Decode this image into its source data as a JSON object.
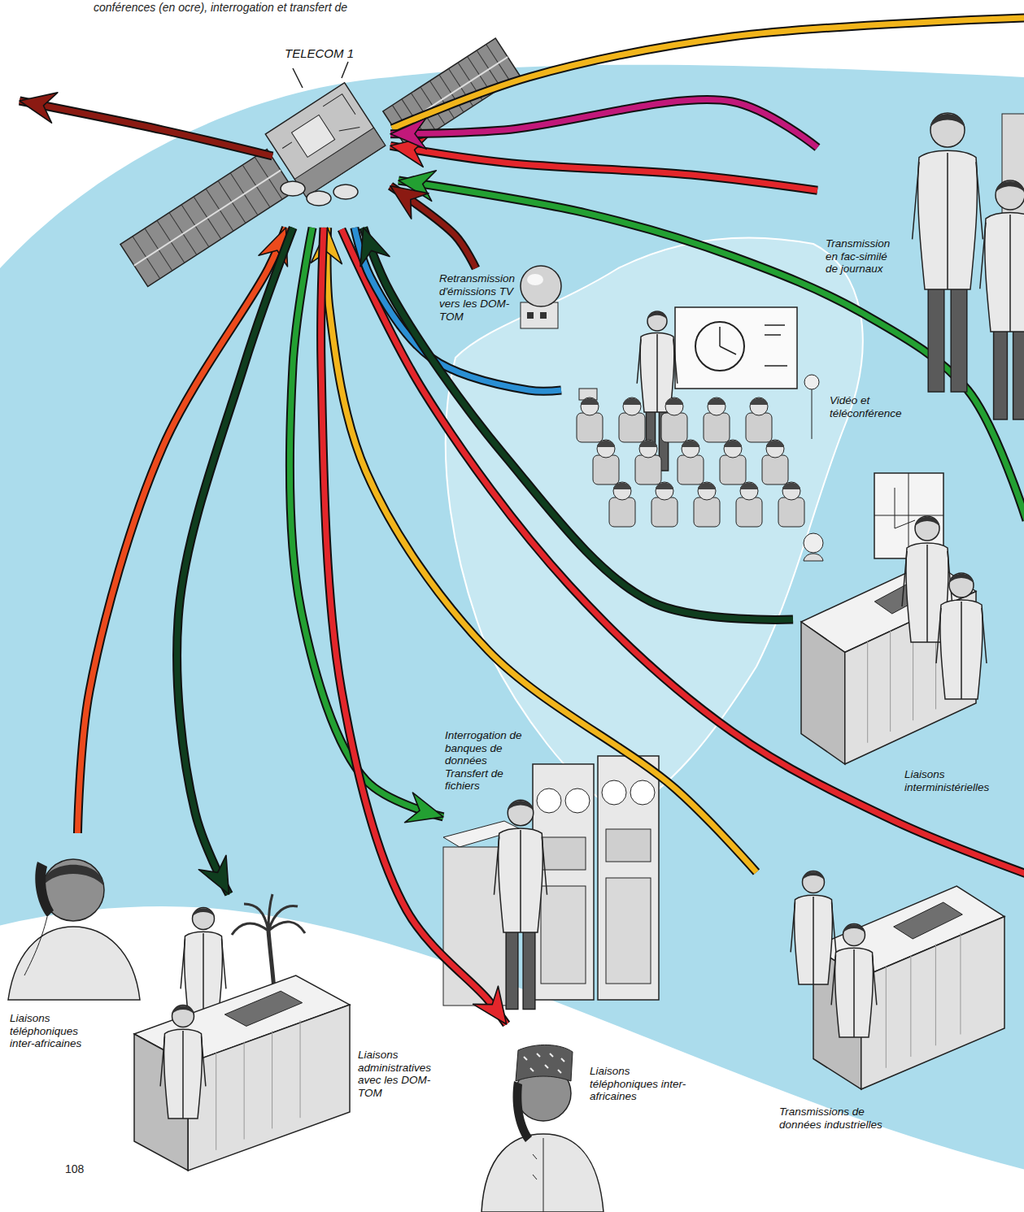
{
  "diagram": {
    "caption": "conférences (en ocre), interrogation et transfert de",
    "nodes": [
      {
        "text": [
          "TELECOM 1"
        ]
      },
      {
        "text": [
          "Transmission en fac-similé de journaux"
        ]
      },
      {
        "text": [
          "Retransmission d'émissions TV vers les DOM-TOM"
        ]
      },
      {
        "text": [
          "Vidéo et téléconférence"
        ]
      },
      {
        "text": [
          "Liaisons interministérielles"
        ]
      },
      {
        "text": [
          "Interrogation de banques de données Transfert de fichiers"
        ]
      },
      {
        "text": [
          "Transmissions de données industrielles"
        ]
      },
      {
        "text": [
          "Liaisons téléphoniques inter-africaines"
        ]
      },
      {
        "text": [
          "Liaisons administratives avec les DOM-TOM"
        ]
      },
      {
        "text": [
          "Liaisons téléphoniques inter-africaines"
        ]
      }
    ],
    "edges": [
      {
        "from": 1,
        "to": 0,
        "arrow": "to"
      },
      {
        "from": 1,
        "to": 0,
        "arrow": "to"
      },
      {
        "from": 2,
        "to": 0,
        "arrow": "to"
      },
      {
        "from": 0,
        "to": 3,
        "arrow": "none"
      },
      {
        "from": 4,
        "to": 0,
        "arrow": "to"
      },
      {
        "from": 6,
        "to": 0,
        "arrow": "to"
      },
      {
        "from": 0,
        "to": 5,
        "arrow": "to"
      },
      {
        "from": 7,
        "to": 0,
        "arrow": "to"
      },
      {
        "from": 0,
        "to": 8,
        "arrow": "to"
      },
      {
        "from": 0,
        "to": 9,
        "arrow": "to"
      }
    ],
    "labels": [
      "108"
    ]
  }
}
